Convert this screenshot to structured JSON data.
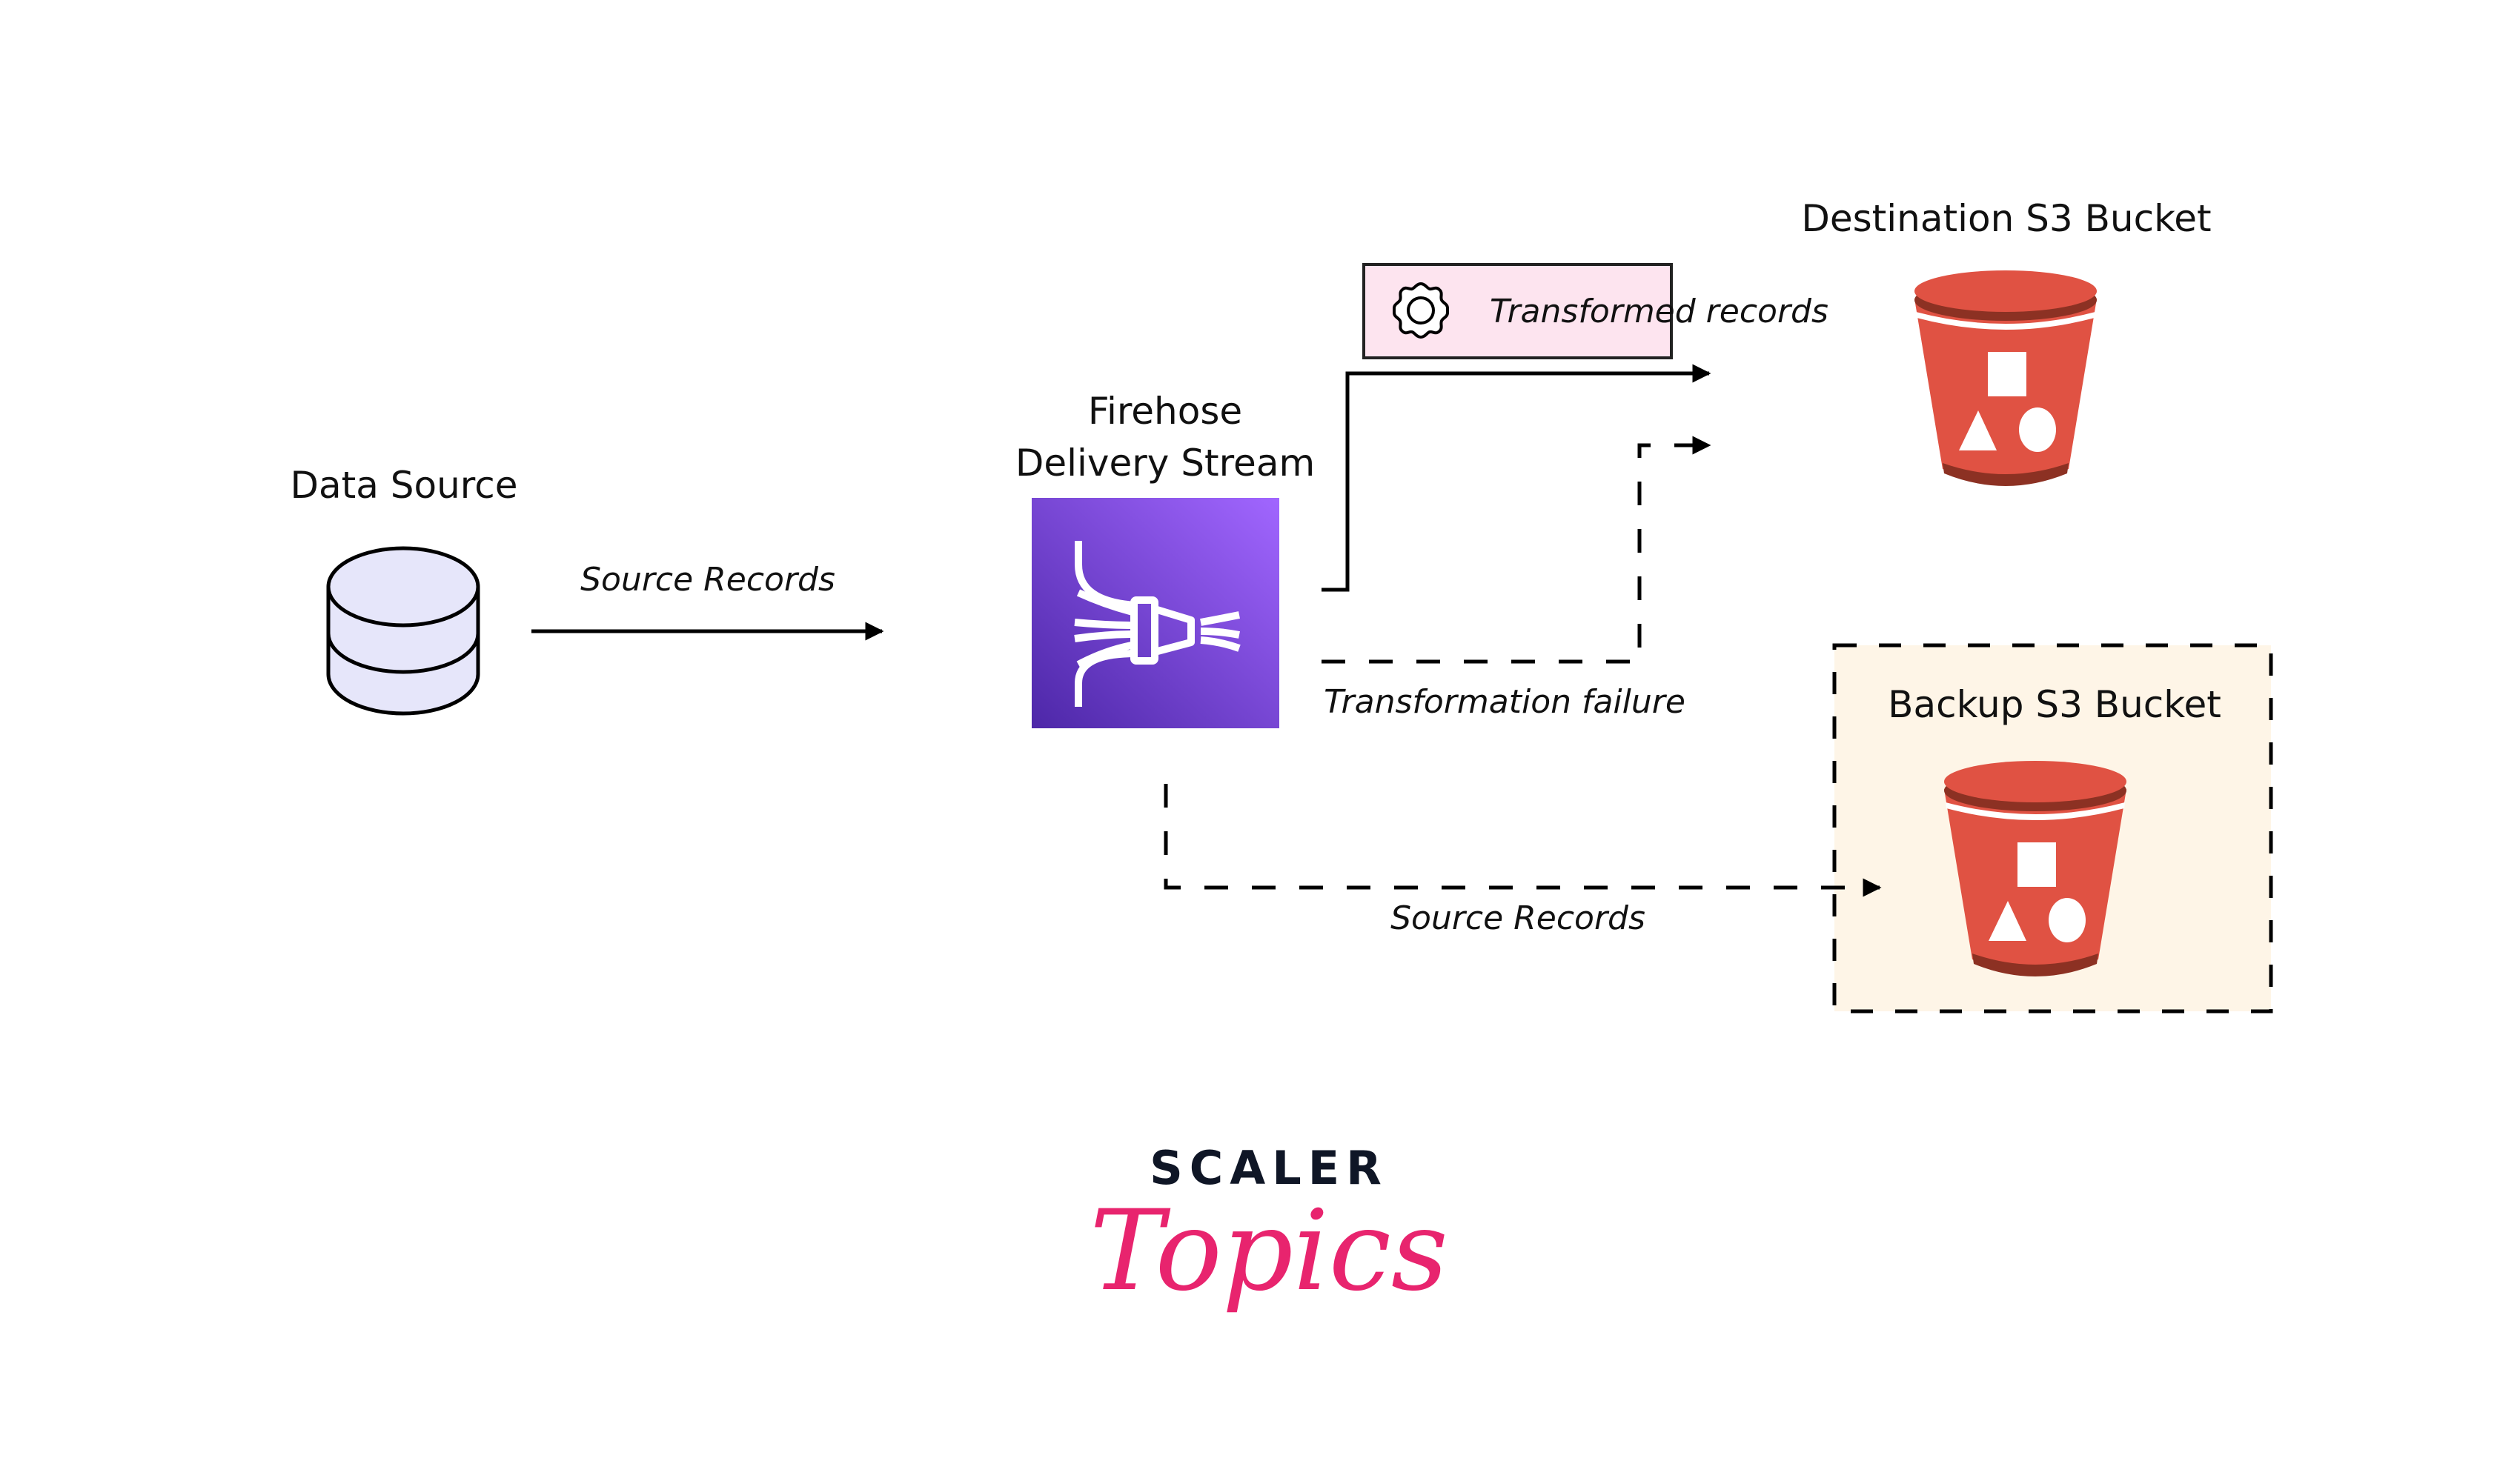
{
  "nodes": {
    "data_source": {
      "label": "Data Source",
      "icon": "database-icon"
    },
    "firehose": {
      "label_line1": "Firehose",
      "label_line2": "Delivery Stream",
      "icon": "kinesis-firehose-icon"
    },
    "destination": {
      "label": "Destination S3 Bucket",
      "icon": "s3-bucket-icon"
    },
    "backup": {
      "label": "Backup S3 Bucket",
      "icon": "s3-bucket-icon"
    }
  },
  "edges": {
    "source_to_firehose": {
      "label": "Source Records",
      "style": "solid"
    },
    "transformed": {
      "label": "Transformed records",
      "style": "solid",
      "icon": "gear-icon"
    },
    "failure": {
      "label": "Transformation failure",
      "style": "dashed"
    },
    "backup": {
      "label": "Source Records",
      "style": "dashed"
    }
  },
  "logo": {
    "top": "SCALER",
    "bottom": "Topics"
  },
  "colors": {
    "database_fill": "#e6e6fa",
    "firehose_light": "#a166ff",
    "firehose_dark": "#4d27a8",
    "bucket_red": "#e05243",
    "bucket_dark": "#8c3123",
    "transform_box_fill": "#fde4ef",
    "backup_box_fill": "#fef5e7",
    "logo_dark": "#0f1626",
    "logo_pink": "#e8246e"
  }
}
